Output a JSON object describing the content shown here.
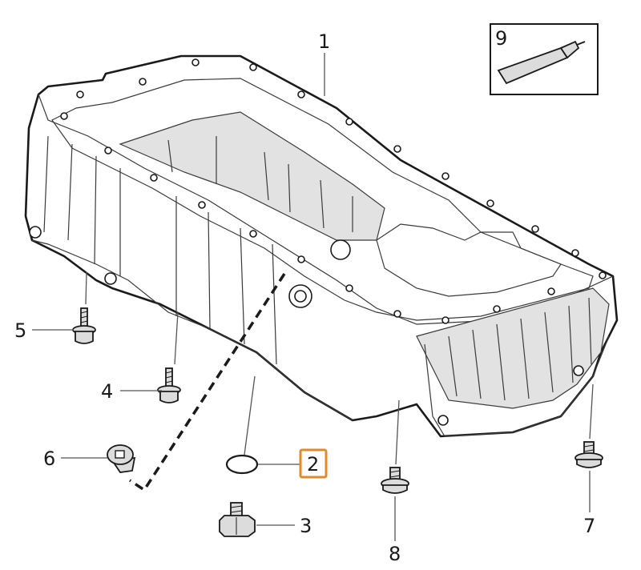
{
  "callouts": {
    "c1": "1",
    "c2": "2",
    "c3": "3",
    "c4": "4",
    "c5": "5",
    "c6": "6",
    "c7": "7",
    "c8": "8",
    "c9": "9"
  },
  "colors": {
    "highlight": "#e3892e",
    "line": "#1a1a1a",
    "part_fill": "#dcdcdc"
  },
  "highlighted_callout": "2"
}
